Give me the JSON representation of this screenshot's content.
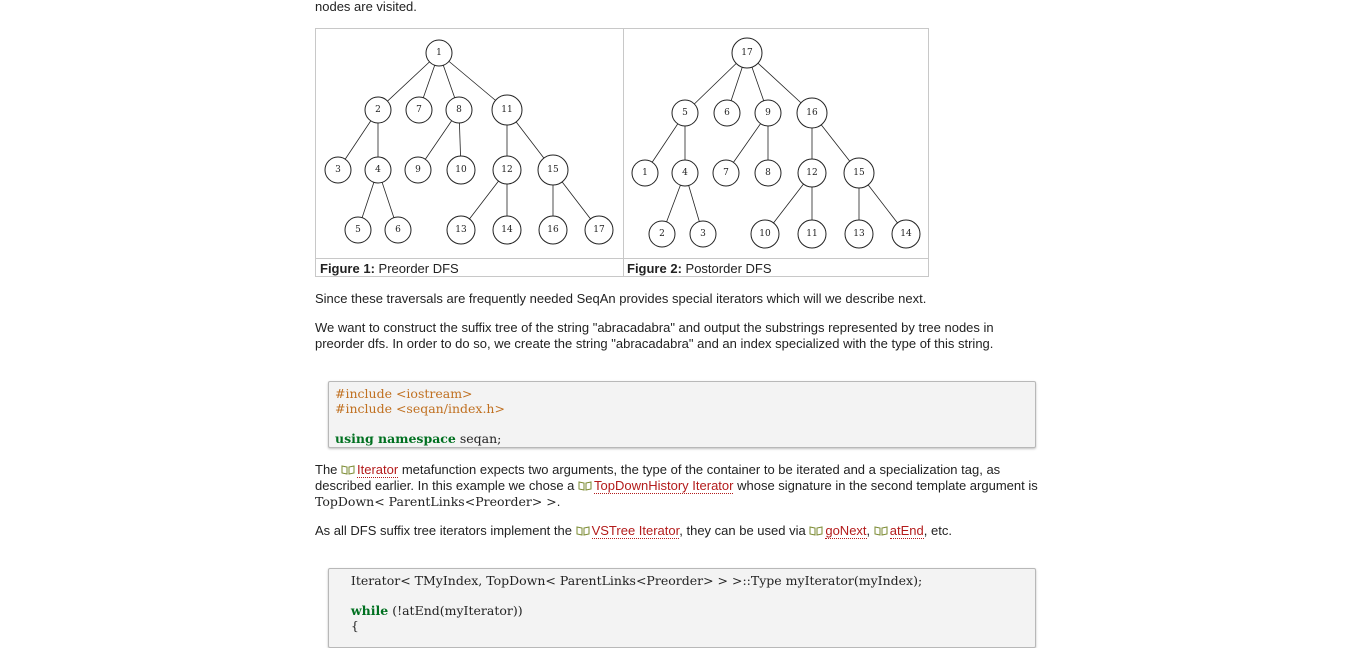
{
  "intro_tail": "nodes are visited.",
  "figures": [
    {
      "caption_label": "Figure 1:",
      "caption_text": "Preorder DFS",
      "nodes": [
        "1",
        "2",
        "7",
        "8",
        "11",
        "3",
        "4",
        "9",
        "10",
        "12",
        "15",
        "5",
        "6",
        "13",
        "14",
        "16",
        "17"
      ]
    },
    {
      "caption_label": "Figure 2:",
      "caption_text": "Postorder DFS",
      "nodes": [
        "17",
        "5",
        "6",
        "9",
        "16",
        "1",
        "4",
        "7",
        "8",
        "12",
        "15",
        "2",
        "3",
        "10",
        "11",
        "13",
        "14"
      ]
    }
  ],
  "para1": "Since these traversals are frequently needed SeqAn provides special iterators which will we describe next.",
  "para2": "We want to construct the suffix tree of the string \"abracadabra\" and output the substrings represented by tree nodes in preorder dfs. In order to do so, we create the string \"abracadabra\" and an index specialized with the type of this string.",
  "code1": {
    "line1": "#include <iostream>",
    "line2": "#include <seqan/index.h>",
    "line4_kw": "using namespace",
    "line4_rest": " seqan;"
  },
  "para3": {
    "t1": "The ",
    "link1": "Iterator",
    "t2": " metafunction expects two arguments, the type of the container to be iterated and a specialization tag, as described earlier. In this example we chose a ",
    "link2": "TopDownHistory Iterator",
    "t3": " whose signature in the second template argument is ",
    "code": "TopDown< ParentLinks<Preorder> >",
    "t4": "."
  },
  "para4": {
    "t1": "As all DFS suffix tree iterators implement the ",
    "link1": "VSTree Iterator",
    "t2": ", they can be used via ",
    "link2": "goNext",
    "t3": ", ",
    "link3": "atEnd",
    "t4": ", etc."
  },
  "code2": {
    "line1": "    Iterator< TMyIndex, TopDown< ParentLinks<Preorder> > >::Type myIterator(myIndex);",
    "line3_kw": "while",
    "line3_rest": " (!atEnd(myIterator))",
    "line4": "    {"
  }
}
